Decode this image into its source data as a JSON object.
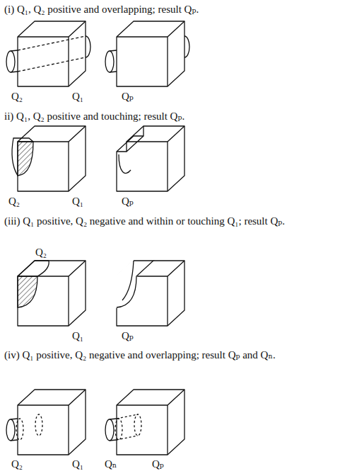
{
  "diagram": {
    "labels": [
      "(i) Q₁, Q₂ positive and overlapping; result Qₚ.",
      "Q₂",
      "Q₁",
      "Qₚ",
      "ii) Q₁, Q₂ positive and touching; result Qₚ.",
      "Q₂",
      "Q₁",
      "Qₚ",
      "(iii) Q₁ positive, Q₂ negative and within or touching Q₁; result Qₚ.",
      "Q₂",
      "Q₁",
      "Qₚ",
      "(iv) Q₁ positive, Q₂ negative and overlapping; result Qₚ and Qₙ.",
      "Q₂",
      "Q₁",
      "Qₙ",
      "Qₚ"
    ]
  }
}
